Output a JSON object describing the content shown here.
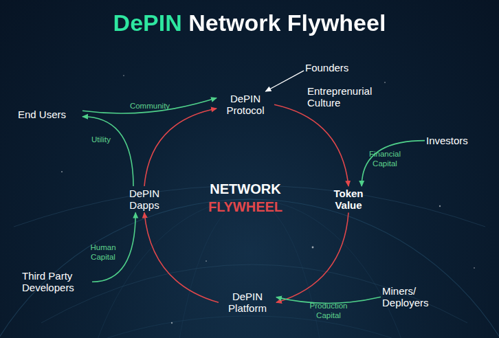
{
  "diagram": {
    "title": "DePIN Network Flywheel",
    "nodes": [
      {
        "text": [
          "DePIN Protocol"
        ]
      },
      {
        "text": [
          "Token Value"
        ]
      },
      {
        "text": [
          "DePIN Platform"
        ]
      },
      {
        "text": [
          "DePIN Dapps"
        ]
      },
      {
        "text": [
          "End Users"
        ]
      },
      {
        "text": [
          "Founders"
        ]
      },
      {
        "text": [
          "Investors"
        ]
      },
      {
        "text": [
          "Miners/ Deployers"
        ]
      },
      {
        "text": [
          "Third Party Developers"
        ]
      }
    ],
    "edges": [
      {
        "from": 0,
        "to": 1,
        "arrow": "to"
      },
      {
        "from": 1,
        "to": 2,
        "arrow": "to"
      },
      {
        "from": 2,
        "to": 3,
        "arrow": "to"
      },
      {
        "from": 3,
        "to": 0,
        "arrow": "to"
      },
      {
        "from": 5,
        "to": 0,
        "arrow": "to"
      },
      {
        "from": 6,
        "to": 1,
        "label": "Financial Capital",
        "arrow": "to"
      },
      {
        "from": 7,
        "to": 2,
        "label": "Production Capital",
        "arrow": "to"
      },
      {
        "from": 8,
        "to": 3,
        "label": "Human Capital",
        "arrow": "to"
      },
      {
        "from": 3,
        "to": 4,
        "label": "Utility",
        "arrow": "to"
      },
      {
        "from": 4,
        "to": 0,
        "label": "Community",
        "arrow": "to"
      }
    ],
    "labels": [
      "Entreprenurial Culture",
      "NETWORK",
      "FLYWHEEL"
    ]
  }
}
